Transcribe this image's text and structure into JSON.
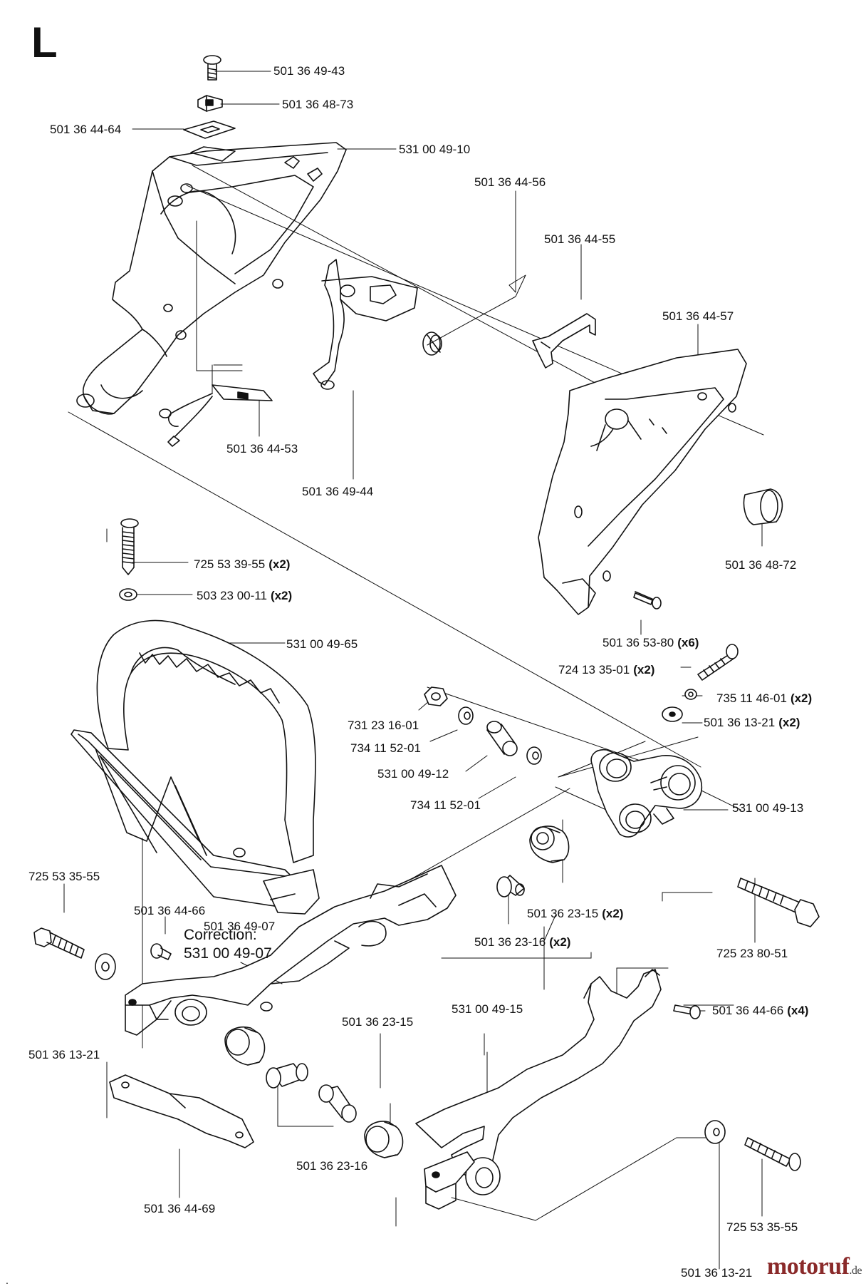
{
  "section_letter": "L",
  "correction": {
    "title": "Correction:",
    "part_no": "531 00 49-07"
  },
  "logo": {
    "name": "motoruf",
    "tld": ".de"
  },
  "footer_mark": ".",
  "labels": {
    "p01": {
      "text": "501 36 49-43",
      "qty": ""
    },
    "p02": {
      "text": "501 36 48-73",
      "qty": ""
    },
    "p03": {
      "text": "501 36 44-64",
      "qty": ""
    },
    "p04": {
      "text": "531 00 49-10",
      "qty": ""
    },
    "p05": {
      "text": "501 36 44-56",
      "qty": ""
    },
    "p06": {
      "text": "501 36 44-55",
      "qty": ""
    },
    "p07": {
      "text": "501 36 44-57",
      "qty": ""
    },
    "p08": {
      "text": "501 36 44-53",
      "qty": ""
    },
    "p09": {
      "text": "501 36 49-44",
      "qty": ""
    },
    "p10": {
      "text": "501 36 48-72",
      "qty": ""
    },
    "p11": {
      "text": "725 53 39-55",
      "qty": "(x2)"
    },
    "p12": {
      "text": "503 23 00-11",
      "qty": "(x2)"
    },
    "p13": {
      "text": "531 00 49-65",
      "qty": ""
    },
    "p14": {
      "text": "501 36 53-80",
      "qty": "(x6)"
    },
    "p15": {
      "text": "724 13 35-01",
      "qty": "(x2)"
    },
    "p16": {
      "text": "735 11 46-01",
      "qty": "(x2)"
    },
    "p17": {
      "text": "501 36 13-21",
      "qty": "(x2)"
    },
    "p18": {
      "text": "731 23 16-01",
      "qty": ""
    },
    "p19": {
      "text": "734 11 52-01",
      "qty": ""
    },
    "p20": {
      "text": "531 00 49-12",
      "qty": ""
    },
    "p21": {
      "text": "734 11 52-01",
      "qty": ""
    },
    "p22": {
      "text": "531 00 49-13",
      "qty": ""
    },
    "p23": {
      "text": "725 53 35-55",
      "qty": ""
    },
    "p24": {
      "text": "501 36 44-66",
      "qty": ""
    },
    "p25": {
      "text": "501 36 49-07",
      "qty": ""
    },
    "p26": {
      "text": "501 36 23-15",
      "qty": "(x2)"
    },
    "p27": {
      "text": "501 36 23-16",
      "qty": "(x2)"
    },
    "p28": {
      "text": "725 23 80-51",
      "qty": ""
    },
    "p29": {
      "text": "501 36 44-66",
      "qty": "(x4)"
    },
    "p30": {
      "text": "501 36 13-21",
      "qty": ""
    },
    "p31": {
      "text": "501 36 23-15",
      "qty": ""
    },
    "p32": {
      "text": "531 00 49-15",
      "qty": ""
    },
    "p33": {
      "text": "501 36 23-16",
      "qty": ""
    },
    "p34": {
      "text": "501 36 44-69",
      "qty": ""
    },
    "p35": {
      "text": "725 53 35-55",
      "qty": ""
    },
    "p36": {
      "text": "501 36 13-21",
      "qty": ""
    }
  }
}
